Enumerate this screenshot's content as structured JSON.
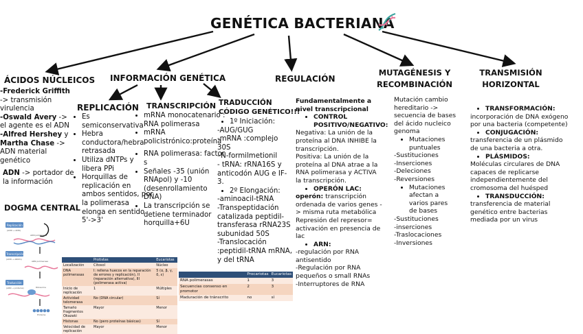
{
  "title": "GENÉTICA BACTERIANA",
  "icons": {
    "title_icon": "dna-helix-icon"
  },
  "colors": {
    "table_header": "#2e4f78",
    "table_row": "#f5d5c0",
    "dna_pink": "#e8789a",
    "dna_teal": "#3aa6a0"
  },
  "acidos": {
    "heading": "ÁCIDOS NÚCLEICOS",
    "l1_bold": "-Frederick Griffith",
    "l1_rest": " -> transmisión virulencia",
    "l2_bold": "-Oswald Avery",
    "l2_rest": " -> el agente es el ADN",
    "l3_bold": "-Alfred Hershey",
    "l3_mid": " y ",
    "l3_bold2": "Martha Chase",
    "l3_rest": " -> ADN material genético",
    "l4_bold": "ADN",
    "l4_rest": " -> portador de la información",
    "dogma": "DOGMA CENTRAL"
  },
  "dogma_fig": {
    "l1": "Replicación",
    "l1b": "(ADN → ADN)",
    "l2": "ADN polimerasa",
    "l3": "Transcripción",
    "l3b": "(ADN → ARNm)",
    "l4": "ARN polimerasa",
    "l5": "Traducción",
    "l5b": "(ARN → proteína)",
    "l6": "Ribosoma",
    "l7": "Proteína"
  },
  "info": {
    "heading": "INFORMACIÓN GENÉTICA"
  },
  "replicacion": {
    "heading": "REPLICACIÓN",
    "items": [
      "Es semiconservativa",
      "Hebra conductora/hebra retrasada",
      "Utiliza dNTPs y libera PPi",
      "Horquillas de replicación en ambos sentidos, por la polimerasa elonga en sentido 5'->3'"
    ]
  },
  "transcripcion": {
    "heading": "TRANSCRIPCIÓN",
    "items": [
      "mRNA monocatenario : RNA polimerasa",
      "mRNA policistrónico:proteína",
      "",
      "RNA polimerasa: factor s",
      "Señales -35 (unión RNApol) y -10 (desenrollamiento DNA)",
      "La transcripción se detiene terminador horquilla+6U"
    ]
  },
  "traduccion": {
    "heading1": "TRADUCCIÓN",
    "heading2": "CÓDIGO GENÉTICO!!!",
    "b1": "1º Iniciación:",
    "l1": "-AUG/GUG",
    "l2": "-mRNA :complejo 30S",
    "l3": "–N-formilmetionil",
    "l4": "- tRNA: rRNA16S y anticodón AUG e IF-3.",
    "b2": "2º Elongación:",
    "l5": "-aminoacil-tRNA",
    "l6": "-Transpeptidación catalizada peptidil-transferasa rRNA23S subunidad 50S",
    "l7": "-Translocación :peptidil-tRNA mRNA, y del tRNA"
  },
  "regulacion": {
    "heading": "REGULACIÓN",
    "sub": "Fundamentalmente a nivel transcripcional",
    "b1": "CONTROL POSITIVO/NEGATIVO:",
    "p1": "Negativa: La unión de la proteína al DNA INHIBE la transcripción.",
    "p2": "Positiva: La unión de la proteína al DNA atrae a la RNA polimerasa y ACTIVA la transcripción.",
    "b2": "OPERÓN LAC:",
    "p3_bold": "operón:",
    "p3_rest": " transcripción ordenada de varios genes -> misma ruta metabólica Represión del represor= activación en presencia de lac",
    "b3": "ARN:",
    "l1": "-regulación por RNA antisentido",
    "l2": "-Regulación por RNA pequeños o small RNAs",
    "l3": "-Interruptores de RNA"
  },
  "mutagenesis": {
    "heading1": "MUTAGÉNESIS Y",
    "heading2": "RECOMBINACIÓN",
    "intro": "Mutación cambio hereditario -> secuencia de bases del ácido nucleico genoma",
    "bullet1": "Mutaciones puntuales",
    "lines1": [
      "-Sustituciones",
      "-Inserciones",
      "-Deleciones",
      "-Reversiones"
    ],
    "bullet2": "Mutaciones afectan a varios pares de bases",
    "lines2": [
      "-Sustituciones",
      "-inserciones",
      "-Traslocaciones",
      "-Inversiones"
    ]
  },
  "transmision": {
    "heading1": "TRANSMISIÓN",
    "heading2": "HORIZONTAL",
    "b1": "TRANSFORMACIÓN:",
    "t1": "incorporación de DNA exógeno por una bacteria (competente)",
    "b2": "CONJUGACIÓN:",
    "t2": "transferencia de un plásmido de una bacteria a otra.",
    "b3": "PLÁSMIDOS:",
    "t3": "Moléculas circulares de DNA capaces de replicarse independientemente del cromosoma del huésped",
    "b4": "TRANSDUCCIÓN:",
    "t4": "transferencia de material genético entre bacterias mediada por un virus"
  },
  "table1": {
    "headers": [
      "",
      "Protistas",
      "Eucariotas"
    ],
    "rows": [
      [
        "Localización",
        "Citosol",
        "Núcleo"
      ],
      [
        "DNA polimerasas",
        "I: rellena huecos en la reparación de errores y replicación), II (reparación alternativa), III (polimerasa activa)",
        "5 (α, β, γ, δ, ε)"
      ],
      [
        "Inicio de replicación",
        "1",
        "Múltiples"
      ],
      [
        "Actividad telomerasa",
        "No (DNA circular)",
        "Sí"
      ],
      [
        "Tamaño fragmentos Okazaki",
        "Mayor",
        "Menor"
      ],
      [
        "Histonas",
        "No (pero proteínas básicas)",
        "Sí"
      ],
      [
        "Velocidad de replicación",
        "Mayor",
        "Menor"
      ]
    ]
  },
  "table2": {
    "headers": [
      "",
      "Procariotas",
      "Eucariotas"
    ],
    "rows": [
      [
        "RNA polimerasas",
        "1",
        "3"
      ],
      [
        "Secuencias consenso en promotor",
        "2",
        "3"
      ],
      [
        "Maduración de tránscrito",
        "no",
        "sí"
      ]
    ]
  }
}
